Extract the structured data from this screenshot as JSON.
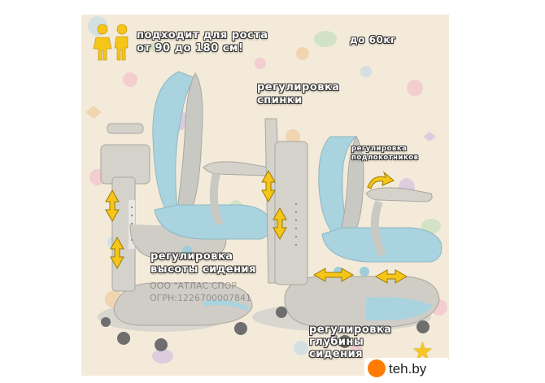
{
  "labels": {
    "height_line1": "подходит для роста",
    "height_line2": "от 90 до 180 см!",
    "weight": "до 60кг",
    "back_line1": "регулировка",
    "back_line2": "спинки",
    "arm_line1": "регулировка",
    "arm_line2": "подлокотников",
    "seat_height_line1": "регулировка",
    "seat_height_line2": "высоты сидения",
    "depth_line1": "регулировка",
    "depth_line2": "глубины",
    "depth_line3": "сидения"
  },
  "watermark": {
    "line1": "ООО \"АТЛАС СПОР",
    "line2": "ОГРН:1226700007841"
  },
  "brand": {
    "text": "teh.by"
  },
  "icons": [
    "kids-icon",
    "adjust-arrow-icon",
    "star-icon",
    "brand-logo-icon"
  ],
  "colors": {
    "background": "#f3ead9",
    "chair_frame": "#c9c9c3",
    "chair_upholstery": "#a9d3de",
    "label_text": "#ffffff",
    "label_outline": "#333333",
    "arrow": "#f5c518",
    "star": "#f7c623",
    "brand_orange": "#ff7a00"
  }
}
